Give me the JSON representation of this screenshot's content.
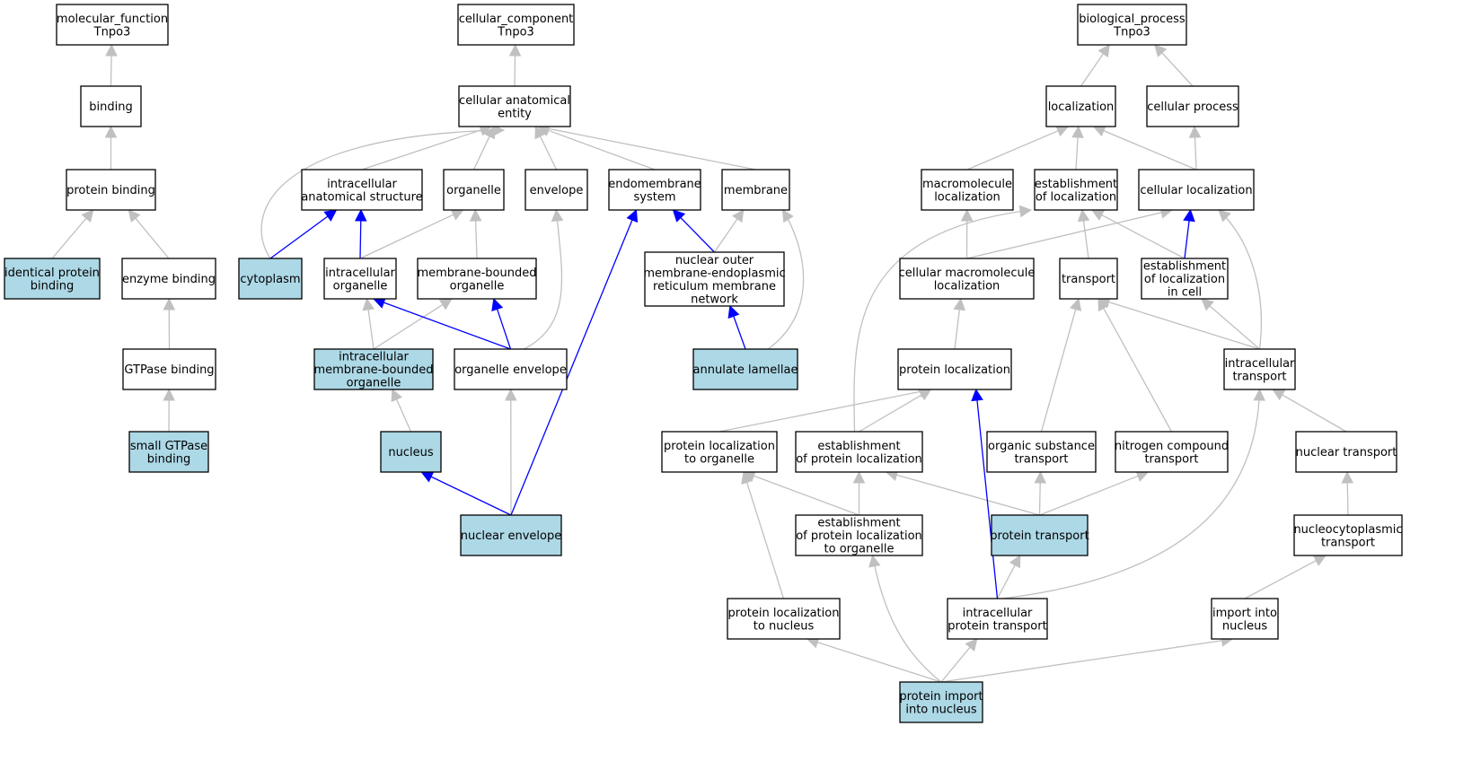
{
  "colors": {
    "highlight_fill": "#add8e6",
    "plain_fill": "#ffffff",
    "gray_edge": "#c0c0c0",
    "blue_edge": "#0000ff"
  },
  "nodes": [
    {
      "id": "mf",
      "lines": [
        "molecular_function",
        "Tnpo3"
      ],
      "hl": false
    },
    {
      "id": "binding",
      "lines": [
        "binding"
      ],
      "hl": false
    },
    {
      "id": "protein_binding",
      "lines": [
        "protein binding"
      ],
      "hl": false
    },
    {
      "id": "identical_protein_binding",
      "lines": [
        "identical protein",
        "binding"
      ],
      "hl": true
    },
    {
      "id": "enzyme_binding",
      "lines": [
        "enzyme binding"
      ],
      "hl": false
    },
    {
      "id": "gtpase_binding",
      "lines": [
        "GTPase binding"
      ],
      "hl": false
    },
    {
      "id": "small_gtpase_binding",
      "lines": [
        "small GTPase",
        "binding"
      ],
      "hl": true
    },
    {
      "id": "cc",
      "lines": [
        "cellular_component",
        "Tnpo3"
      ],
      "hl": false
    },
    {
      "id": "cae",
      "lines": [
        "cellular anatomical",
        "entity"
      ],
      "hl": false
    },
    {
      "id": "ias",
      "lines": [
        "intracellular",
        "anatomical structure"
      ],
      "hl": false
    },
    {
      "id": "organelle",
      "lines": [
        "organelle"
      ],
      "hl": false
    },
    {
      "id": "envelope",
      "lines": [
        "envelope"
      ],
      "hl": false
    },
    {
      "id": "endomembrane",
      "lines": [
        "endomembrane",
        "system"
      ],
      "hl": false
    },
    {
      "id": "membrane",
      "lines": [
        "membrane"
      ],
      "hl": false
    },
    {
      "id": "cytoplasm",
      "lines": [
        "cytoplasm"
      ],
      "hl": true
    },
    {
      "id": "io",
      "lines": [
        "intracellular",
        "organelle"
      ],
      "hl": false
    },
    {
      "id": "mbo",
      "lines": [
        "membrane-bounded",
        "organelle"
      ],
      "hl": false
    },
    {
      "id": "nomern",
      "lines": [
        "nuclear outer",
        "membrane-endoplasmic",
        "reticulum membrane",
        "network"
      ],
      "hl": false
    },
    {
      "id": "imbo",
      "lines": [
        "intracellular",
        "membrane-bounded",
        "organelle"
      ],
      "hl": true
    },
    {
      "id": "org_env",
      "lines": [
        "organelle envelope"
      ],
      "hl": false
    },
    {
      "id": "annulate",
      "lines": [
        "annulate lamellae"
      ],
      "hl": true
    },
    {
      "id": "nucleus",
      "lines": [
        "nucleus"
      ],
      "hl": true
    },
    {
      "id": "nuc_env",
      "lines": [
        "nuclear envelope"
      ],
      "hl": true
    },
    {
      "id": "bp",
      "lines": [
        "biological_process",
        "Tnpo3"
      ],
      "hl": false
    },
    {
      "id": "localization",
      "lines": [
        "localization"
      ],
      "hl": false
    },
    {
      "id": "cell_process",
      "lines": [
        "cellular process"
      ],
      "hl": false
    },
    {
      "id": "macro_loc",
      "lines": [
        "macromolecule",
        "localization"
      ],
      "hl": false
    },
    {
      "id": "est_loc",
      "lines": [
        "establishment",
        "of localization"
      ],
      "hl": false
    },
    {
      "id": "cell_loc",
      "lines": [
        "cellular localization"
      ],
      "hl": false
    },
    {
      "id": "cell_macro_loc",
      "lines": [
        "cellular macromolecule",
        "localization"
      ],
      "hl": false
    },
    {
      "id": "transport",
      "lines": [
        "transport"
      ],
      "hl": false
    },
    {
      "id": "est_loc_cell",
      "lines": [
        "establishment",
        "of localization",
        "in cell"
      ],
      "hl": false
    },
    {
      "id": "prot_loc",
      "lines": [
        "protein localization"
      ],
      "hl": false
    },
    {
      "id": "ic_transport",
      "lines": [
        "intracellular",
        "transport"
      ],
      "hl": false
    },
    {
      "id": "prot_loc_org",
      "lines": [
        "protein localization",
        "to organelle"
      ],
      "hl": false
    },
    {
      "id": "est_prot_loc",
      "lines": [
        "establishment",
        "of protein localization"
      ],
      "hl": false
    },
    {
      "id": "org_sub_transport",
      "lines": [
        "organic substance",
        "transport"
      ],
      "hl": false
    },
    {
      "id": "nitrogen_transport",
      "lines": [
        "nitrogen compound",
        "transport"
      ],
      "hl": false
    },
    {
      "id": "nuclear_transport",
      "lines": [
        "nuclear transport"
      ],
      "hl": false
    },
    {
      "id": "est_prot_loc_org",
      "lines": [
        "establishment",
        "of protein localization",
        "to organelle"
      ],
      "hl": false
    },
    {
      "id": "prot_transport",
      "lines": [
        "protein transport"
      ],
      "hl": true
    },
    {
      "id": "ncyto_transport",
      "lines": [
        "nucleocytoplasmic",
        "transport"
      ],
      "hl": false
    },
    {
      "id": "prot_loc_nuc",
      "lines": [
        "protein localization",
        "to nucleus"
      ],
      "hl": false
    },
    {
      "id": "ic_prot_transport",
      "lines": [
        "intracellular",
        "protein transport"
      ],
      "hl": false
    },
    {
      "id": "import_nucleus",
      "lines": [
        "import into",
        "nucleus"
      ],
      "hl": false
    },
    {
      "id": "prot_import_nucleus",
      "lines": [
        "protein import",
        "into nucleus"
      ],
      "hl": true
    }
  ],
  "edges": [
    {
      "from": "binding",
      "to": "mf",
      "blue": false
    },
    {
      "from": "protein_binding",
      "to": "binding",
      "blue": false
    },
    {
      "from": "identical_protein_binding",
      "to": "protein_binding",
      "blue": false
    },
    {
      "from": "enzyme_binding",
      "to": "protein_binding",
      "blue": false
    },
    {
      "from": "gtpase_binding",
      "to": "enzyme_binding",
      "blue": false
    },
    {
      "from": "small_gtpase_binding",
      "to": "gtpase_binding",
      "blue": false
    },
    {
      "from": "cae",
      "to": "cc",
      "blue": false
    },
    {
      "from": "ias",
      "to": "cae",
      "blue": false
    },
    {
      "from": "organelle",
      "to": "cae",
      "blue": false
    },
    {
      "from": "envelope",
      "to": "cae",
      "blue": false
    },
    {
      "from": "endomembrane",
      "to": "cae",
      "blue": false
    },
    {
      "from": "membrane",
      "to": "cae",
      "blue": false
    },
    {
      "from": "cytoplasm",
      "to": "cae",
      "blue": false,
      "curve": "cyto"
    },
    {
      "from": "cytoplasm",
      "to": "ias",
      "blue": true
    },
    {
      "from": "io",
      "to": "ias",
      "blue": true
    },
    {
      "from": "io",
      "to": "organelle",
      "blue": false
    },
    {
      "from": "mbo",
      "to": "organelle",
      "blue": false
    },
    {
      "from": "nomern",
      "to": "endomembrane",
      "blue": true
    },
    {
      "from": "nomern",
      "to": "membrane",
      "blue": false
    },
    {
      "from": "imbo",
      "to": "io",
      "blue": false
    },
    {
      "from": "imbo",
      "to": "mbo",
      "blue": false
    },
    {
      "from": "org_env",
      "to": "io",
      "blue": true
    },
    {
      "from": "org_env",
      "to": "mbo",
      "blue": true
    },
    {
      "from": "org_env",
      "to": "envelope",
      "blue": false,
      "curve": "orgenv"
    },
    {
      "from": "annulate",
      "to": "nomern",
      "blue": true
    },
    {
      "from": "annulate",
      "to": "membrane",
      "blue": false,
      "curve": "annulate"
    },
    {
      "from": "nucleus",
      "to": "imbo",
      "blue": false
    },
    {
      "from": "nuc_env",
      "to": "nucleus",
      "blue": true
    },
    {
      "from": "nuc_env",
      "to": "org_env",
      "blue": false
    },
    {
      "from": "nuc_env",
      "to": "endomembrane",
      "blue": true
    },
    {
      "from": "localization",
      "to": "bp",
      "blue": false
    },
    {
      "from": "cell_process",
      "to": "bp",
      "blue": false
    },
    {
      "from": "macro_loc",
      "to": "localization",
      "blue": false
    },
    {
      "from": "est_loc",
      "to": "localization",
      "blue": false
    },
    {
      "from": "cell_loc",
      "to": "localization",
      "blue": false
    },
    {
      "from": "cell_loc",
      "to": "cell_process",
      "blue": false
    },
    {
      "from": "cell_macro_loc",
      "to": "macro_loc",
      "blue": false
    },
    {
      "from": "cell_macro_loc",
      "to": "cell_loc",
      "blue": false
    },
    {
      "from": "transport",
      "to": "est_loc",
      "blue": false
    },
    {
      "from": "est_loc_cell",
      "to": "est_loc",
      "blue": false
    },
    {
      "from": "est_loc_cell",
      "to": "cell_loc",
      "blue": true
    },
    {
      "from": "prot_loc",
      "to": "cell_macro_loc",
      "blue": false
    },
    {
      "from": "ic_transport",
      "to": "transport",
      "blue": false
    },
    {
      "from": "ic_transport",
      "to": "est_loc_cell",
      "blue": false
    },
    {
      "from": "ic_transport",
      "to": "cell_loc",
      "blue": false,
      "curve": "ict"
    },
    {
      "from": "prot_loc_org",
      "to": "prot_loc",
      "blue": false
    },
    {
      "from": "est_prot_loc",
      "to": "prot_loc",
      "blue": false
    },
    {
      "from": "est_prot_loc",
      "to": "est_loc",
      "blue": false,
      "curve": "estprot"
    },
    {
      "from": "org_sub_transport",
      "to": "transport",
      "blue": false
    },
    {
      "from": "nitrogen_transport",
      "to": "transport",
      "blue": false
    },
    {
      "from": "nuclear_transport",
      "to": "ic_transport",
      "blue": false
    },
    {
      "from": "est_prot_loc_org",
      "to": "prot_loc_org",
      "blue": false
    },
    {
      "from": "est_prot_loc_org",
      "to": "est_prot_loc",
      "blue": false
    },
    {
      "from": "prot_transport",
      "to": "est_prot_loc",
      "blue": false
    },
    {
      "from": "prot_transport",
      "to": "org_sub_transport",
      "blue": false
    },
    {
      "from": "prot_transport",
      "to": "nitrogen_transport",
      "blue": false
    },
    {
      "from": "ncyto_transport",
      "to": "nuclear_transport",
      "blue": false
    },
    {
      "from": "prot_loc_nuc",
      "to": "prot_loc_org",
      "blue": false
    },
    {
      "from": "ic_prot_transport",
      "to": "prot_transport",
      "blue": false
    },
    {
      "from": "ic_prot_transport",
      "to": "prot_loc",
      "blue": true
    },
    {
      "from": "ic_prot_transport",
      "to": "ic_transport",
      "blue": false,
      "curve": "icpt"
    },
    {
      "from": "import_nucleus",
      "to": "ncyto_transport",
      "blue": false
    },
    {
      "from": "prot_import_nucleus",
      "to": "prot_loc_nuc",
      "blue": false
    },
    {
      "from": "prot_import_nucleus",
      "to": "ic_prot_transport",
      "blue": false
    },
    {
      "from": "prot_import_nucleus",
      "to": "import_nucleus",
      "blue": false
    },
    {
      "from": "prot_import_nucleus",
      "to": "est_prot_loc_org",
      "blue": false,
      "curve": "pin"
    }
  ]
}
